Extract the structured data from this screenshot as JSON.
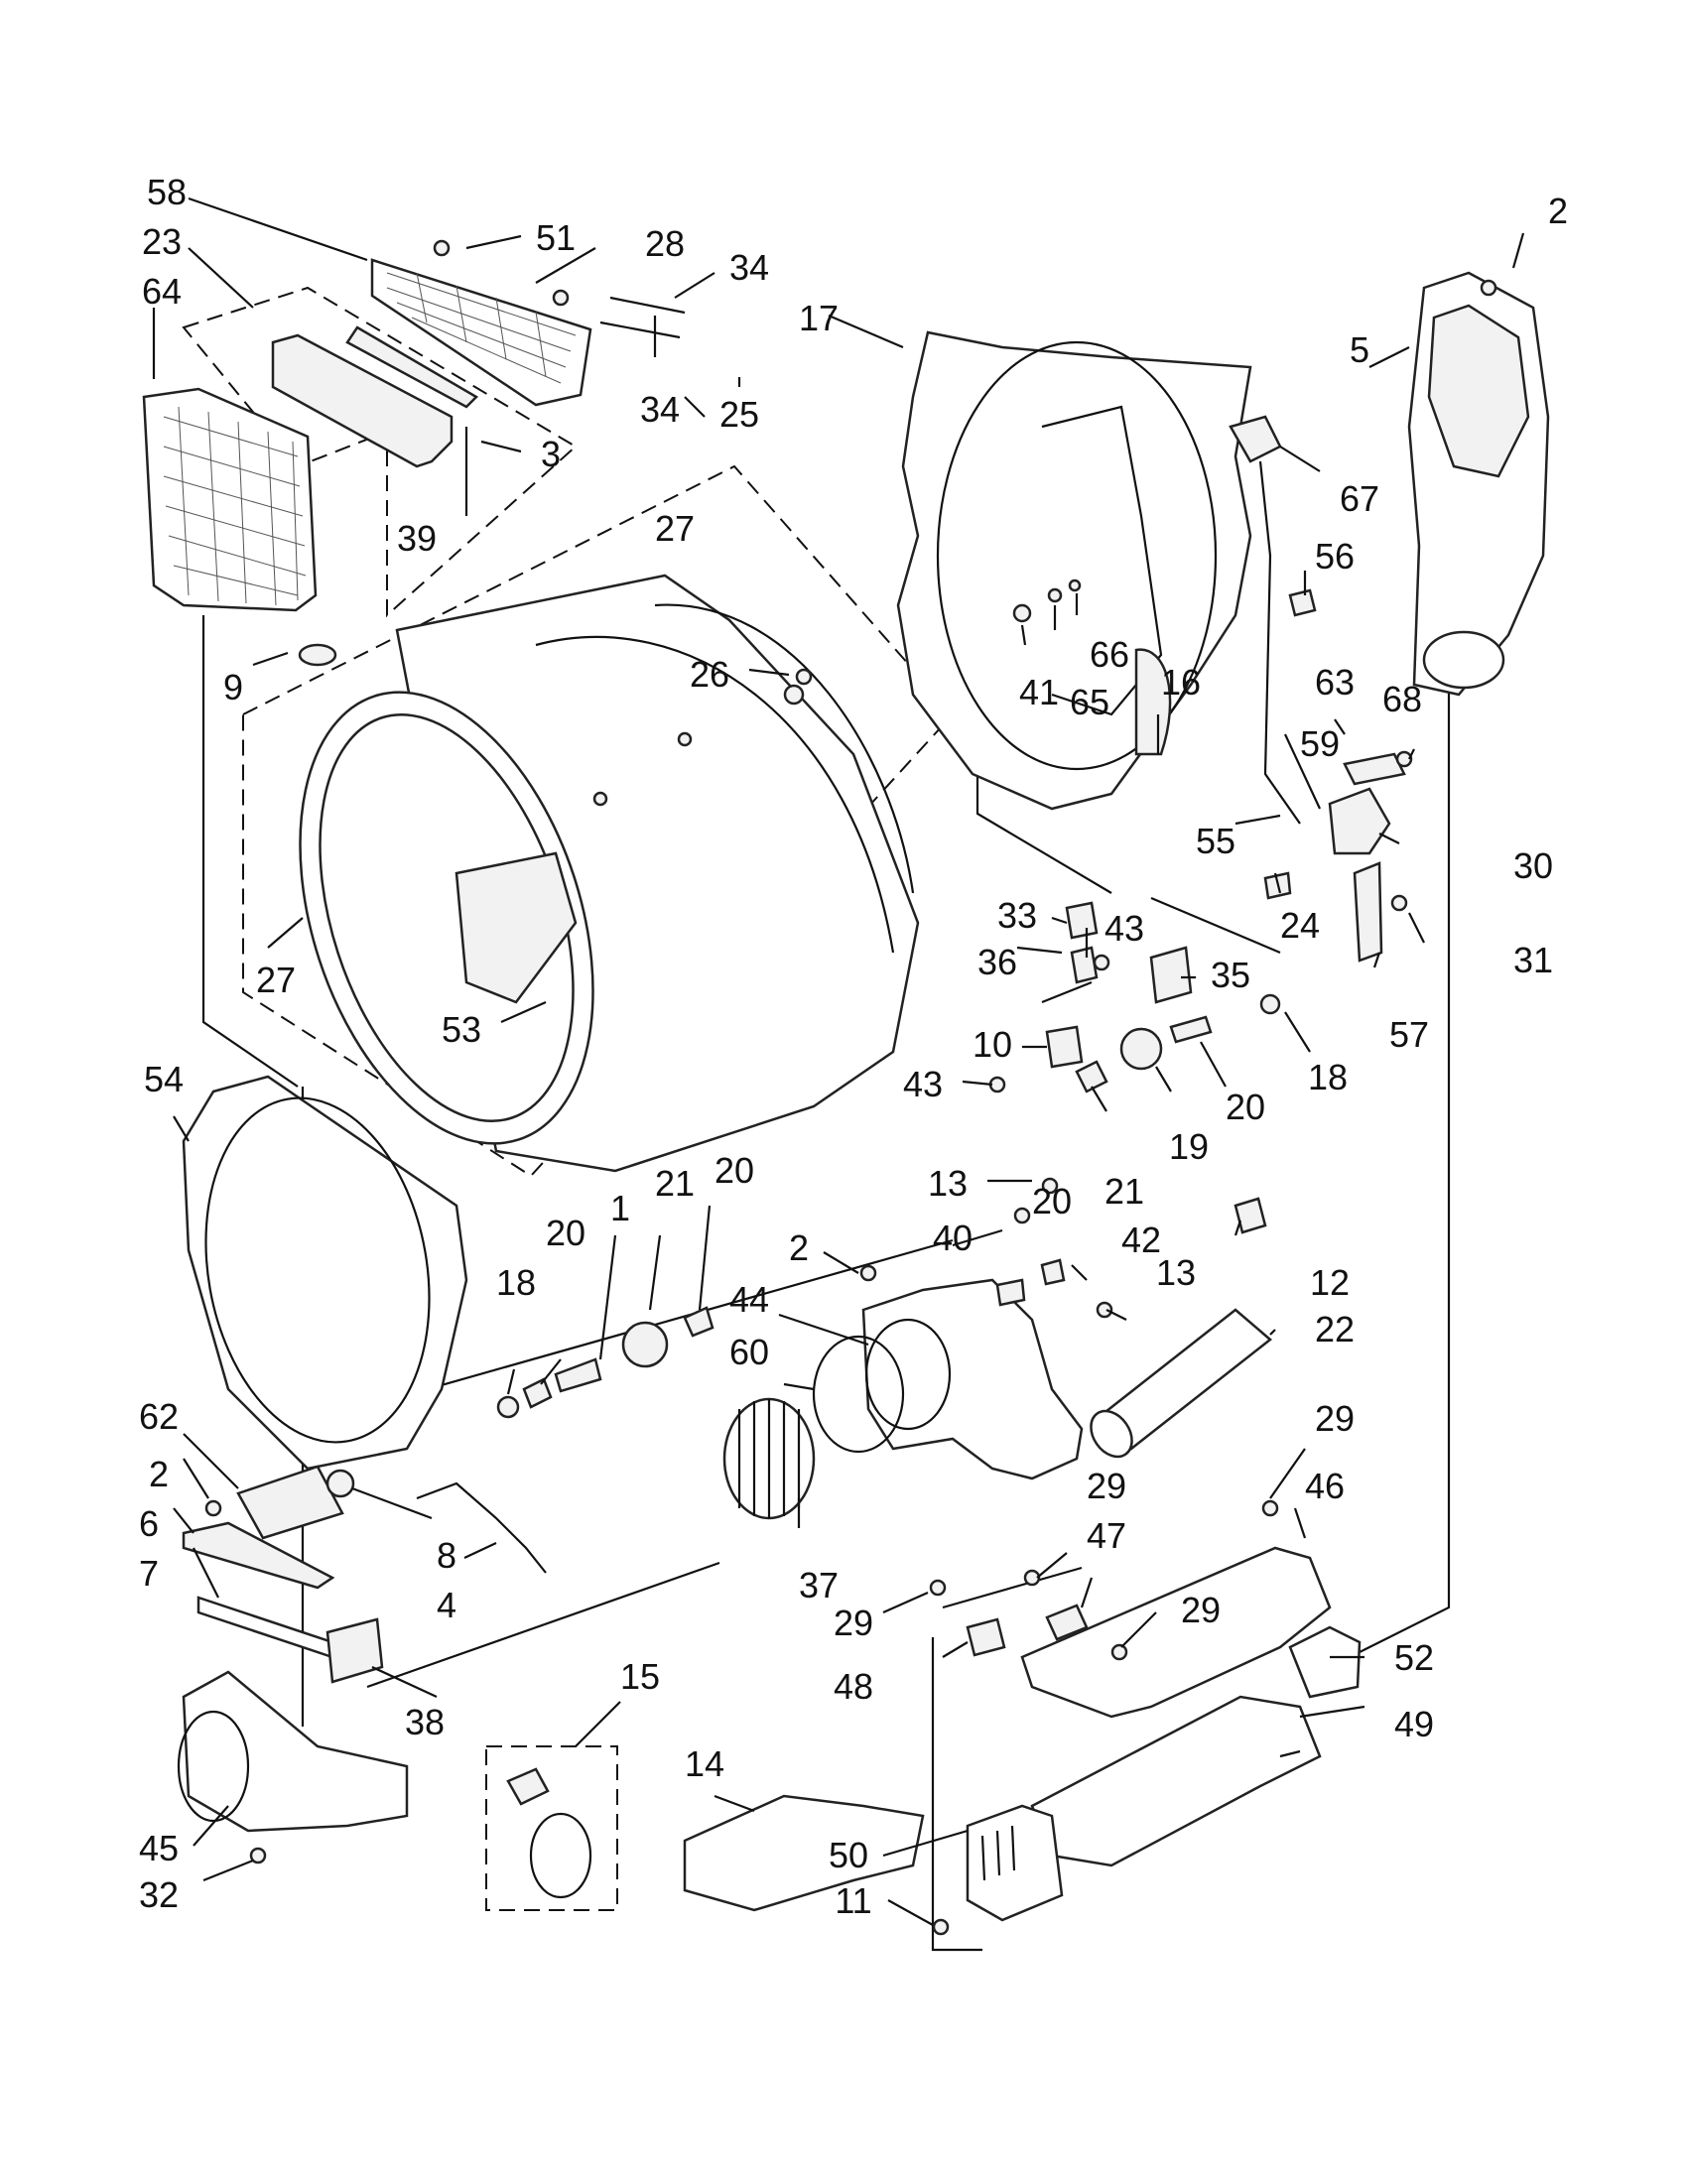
{
  "diagram": {
    "callouts": {
      "c58": "58",
      "c23": "23",
      "c64": "64",
      "c51": "51",
      "c28": "28",
      "c34a": "34",
      "c34b": "34",
      "c3": "3",
      "c39": "39",
      "c25": "25",
      "c27a": "27",
      "c27b": "27",
      "c9": "9",
      "c26": "26",
      "c53": "53",
      "c17": "17",
      "c2a": "2",
      "c5": "5",
      "c67": "67",
      "c56": "56",
      "c41": "41",
      "c65": "65",
      "c66": "66",
      "c16": "16",
      "c63": "63",
      "c68": "68",
      "c59": "59",
      "c30": "30",
      "c55": "55",
      "c24": "24",
      "c31": "31",
      "c57": "57",
      "c33": "33",
      "c43a": "43",
      "c36": "36",
      "c35": "35",
      "c10": "10",
      "c43b": "43",
      "c18a": "18",
      "c20a": "20",
      "c19": "19",
      "c21a": "21",
      "c20b": "20",
      "c54": "54",
      "c13a": "13",
      "c2b": "2",
      "c40": "40",
      "c42": "42",
      "c13b": "13",
      "c12": "12",
      "c44": "44",
      "c22": "22",
      "c60": "60",
      "c18b": "18",
      "c20c": "20",
      "c1": "1",
      "c21b": "21",
      "c20d": "20",
      "c62": "62",
      "c2c": "2",
      "c6": "6",
      "c8": "8",
      "c7": "7",
      "c4": "4",
      "c37": "37",
      "c29a": "29",
      "c46": "46",
      "c29b": "29",
      "c47": "47",
      "c29c": "29",
      "c29d": "29",
      "c48": "48",
      "c52": "52",
      "c38": "38",
      "c15": "15",
      "c14": "14",
      "c49": "49",
      "c45": "45",
      "c32": "32",
      "c50": "50",
      "c11": "11"
    }
  }
}
